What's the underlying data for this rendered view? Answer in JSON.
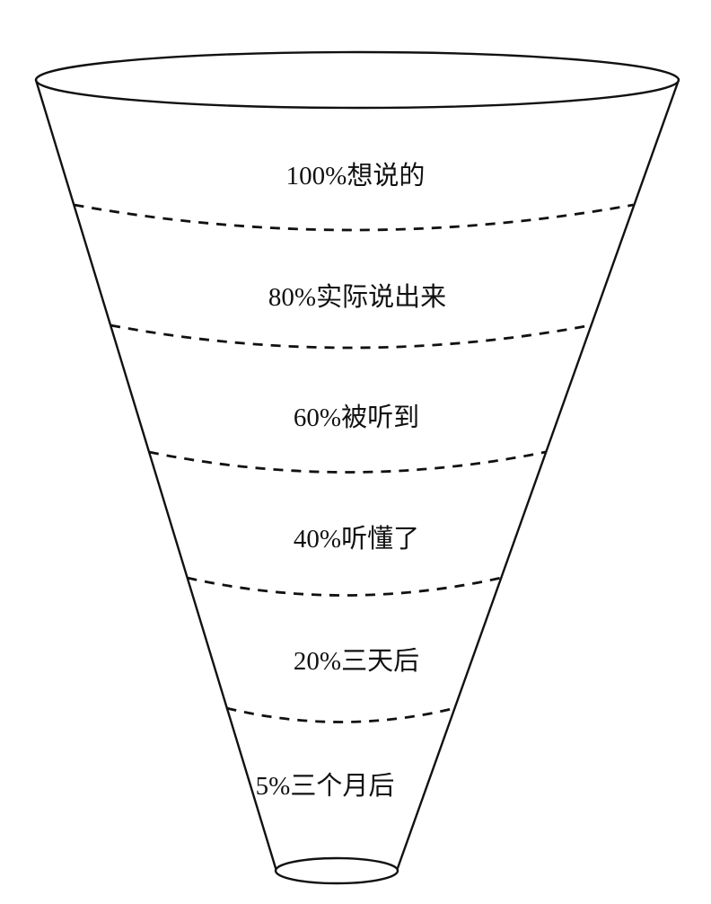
{
  "diagram": {
    "kind": "funnel",
    "description": "communication attrition funnel cone",
    "stroke_color": "#111111",
    "background": "#ffffff",
    "levels": [
      {
        "value": 100,
        "percent": "100%",
        "text": "想说的",
        "label": "100%想说的"
      },
      {
        "value": 80,
        "percent": "80%",
        "text": "实际说出来",
        "label": "80%实际说出来"
      },
      {
        "value": 60,
        "percent": "60%",
        "text": "被听到",
        "label": "60%被听到"
      },
      {
        "value": 40,
        "percent": "40%",
        "text": "听懂了",
        "label": "40%听懂了"
      },
      {
        "value": 20,
        "percent": "20%",
        "text": "三天后",
        "label": "20%三天后"
      },
      {
        "value": 5,
        "percent": "5%",
        "text": "三个月后",
        "label": "5%三个月后"
      }
    ]
  }
}
